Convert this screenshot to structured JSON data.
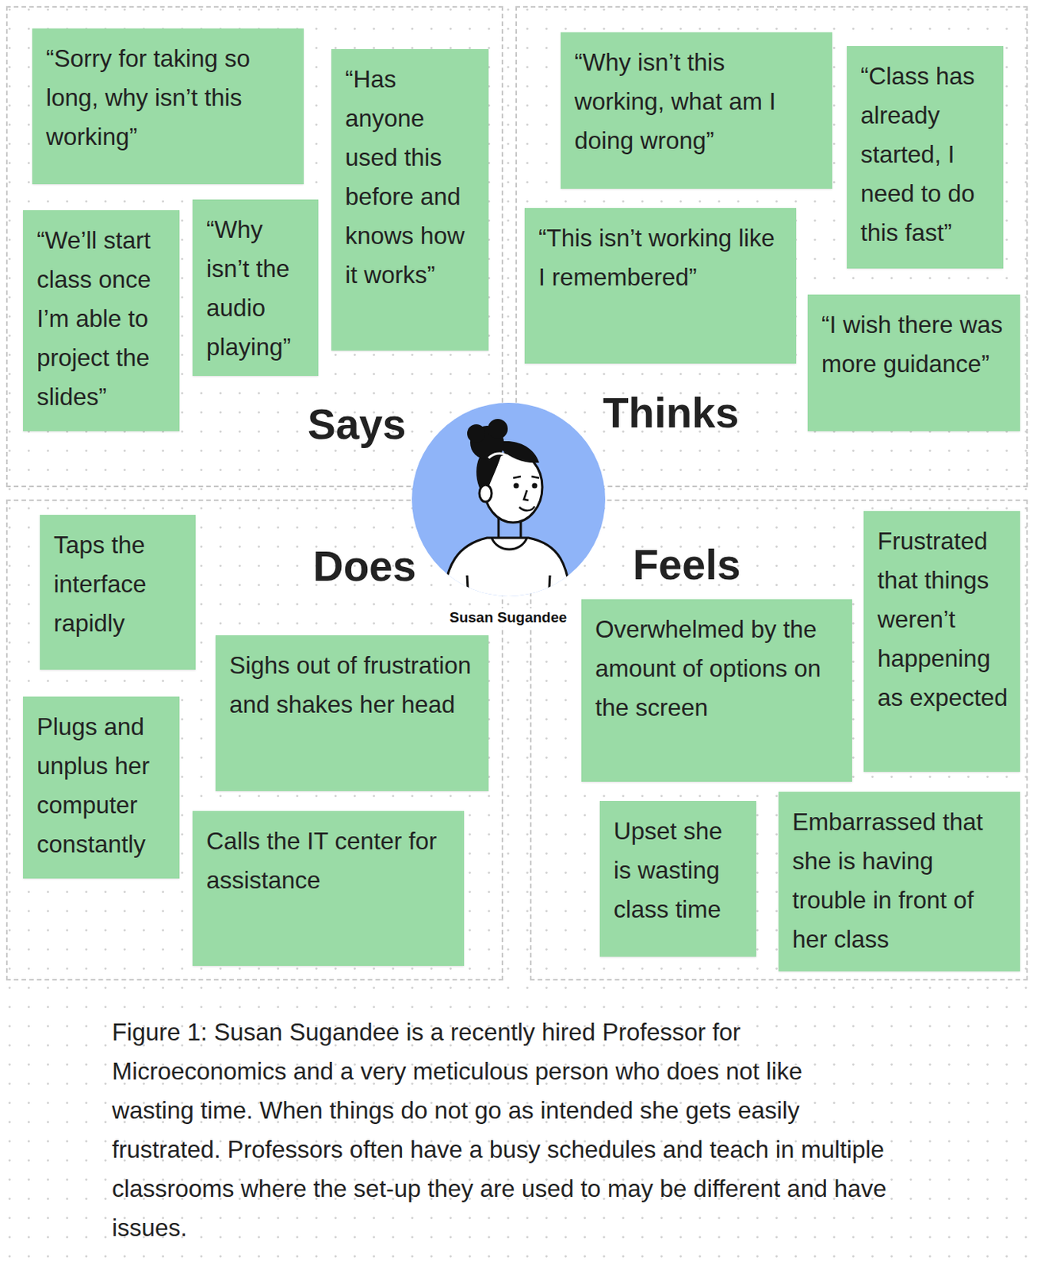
{
  "diagram": {
    "caption": "Figure 1: Susan Sugandee is a recently hired Professor for Microeconomics and a very meticulous person who does not like wasting time. When things do not go as intended she gets easily frustrated. Professors often have a busy schedules and teach in multiple classrooms where the set-up they are used to may be different and have issues.",
    "nodes": [
      {
        "text": [
          "Says"
        ]
      },
      {
        "text": [
          "“Sorry for taking so long, why isn’t this working”"
        ],
        "in": 0
      },
      {
        "text": [
          "“Has anyone used this before and knows how it works”"
        ],
        "in": 0
      },
      {
        "text": [
          "“We’ll start class once I’m able to project the slides”"
        ],
        "in": 0
      },
      {
        "text": [
          "“Why isn’t the audio playing”"
        ],
        "in": 0
      },
      {
        "text": [
          "Thinks"
        ]
      },
      {
        "text": [
          "“Why isn’t this working, what am I doing wrong”"
        ],
        "in": 5
      },
      {
        "text": [
          "“Class has already started, I need to do this fast”"
        ],
        "in": 5
      },
      {
        "text": [
          "“This isn’t working like I remembered”"
        ],
        "in": 5
      },
      {
        "text": [
          "“I wish there was more guidance”"
        ],
        "in": 5
      },
      {
        "text": [
          "Does"
        ]
      },
      {
        "text": [
          "Taps the interface rapidly"
        ],
        "in": 10
      },
      {
        "text": [
          "Sighs out of frustration and shakes her head"
        ],
        "in": 10
      },
      {
        "text": [
          "Plugs and unplus her computer constantly"
        ],
        "in": 10
      },
      {
        "text": [
          "Calls the IT center for assistance"
        ],
        "in": 10
      },
      {
        "text": [
          "Feels"
        ]
      },
      {
        "text": [
          "Overwhelmed by the amount of options on the screen"
        ],
        "in": 15
      },
      {
        "text": [
          "Frustrated that things weren’t happening as expected"
        ],
        "in": 15
      },
      {
        "text": [
          "Upset she is wasting class time"
        ],
        "in": 15
      },
      {
        "text": [
          "Embarrassed that she is having trouble in front of her class"
        ],
        "in": 15
      },
      {
        "text": [
          "Susan Sugandee"
        ]
      }
    ]
  }
}
